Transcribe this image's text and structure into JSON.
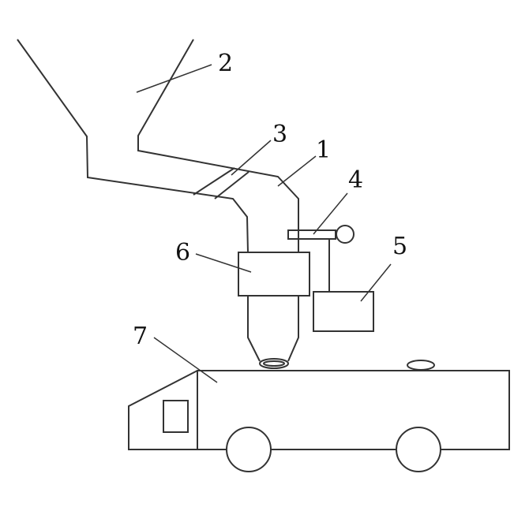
{
  "labels": {
    "l1": "1",
    "l2": "2",
    "l3": "3",
    "l4": "4",
    "l5": "5",
    "l6": "6",
    "l7": "7"
  },
  "colors": {
    "line": "#333333",
    "background": "#ffffff"
  }
}
